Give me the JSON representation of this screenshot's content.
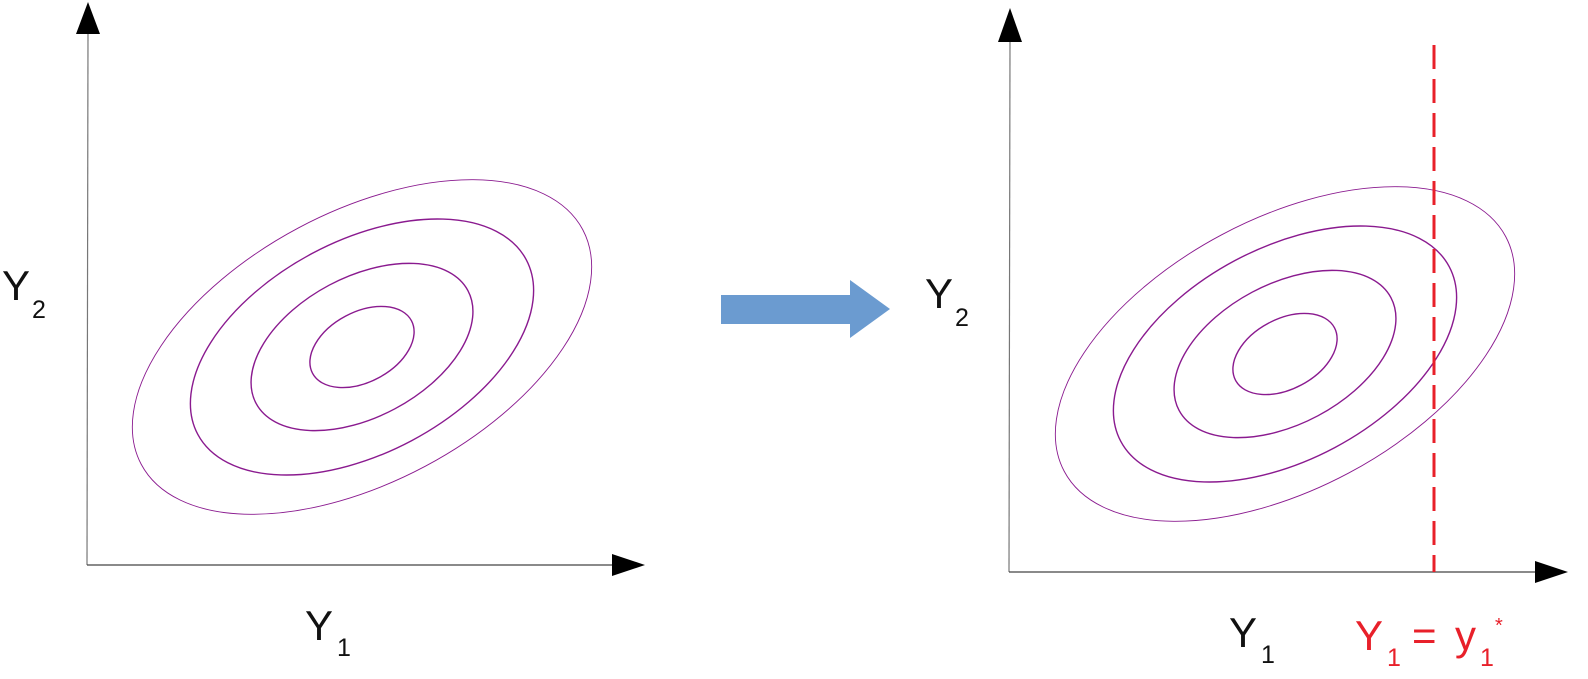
{
  "left_panel": {
    "x_axis_label": {
      "main": "Y",
      "sub": "1"
    },
    "y_axis_label": {
      "main": "Y",
      "sub": "2"
    }
  },
  "right_panel": {
    "x_axis_label": {
      "main": "Y",
      "sub": "1"
    },
    "y_axis_label": {
      "main": "Y",
      "sub": "2"
    },
    "condition_label": {
      "lhs_main": "Y",
      "lhs_sub": "1",
      "equals": "=",
      "rhs_main": "y",
      "rhs_sub": "1",
      "rhs_sup": "*"
    }
  },
  "colors": {
    "contour": "#8a1a8f",
    "axis": "#777777",
    "arrowhead": "#000000",
    "transition_arrow": "#6b9bd0",
    "condition_line": "#e8202a"
  },
  "contour_levels": 4
}
